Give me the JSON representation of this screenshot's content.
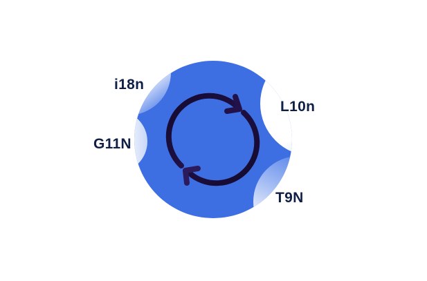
{
  "diagram": {
    "title": "",
    "center_icon": "sync-arrows-icon",
    "labels": [
      {
        "id": "i18n",
        "text": "i18n"
      },
      {
        "id": "g11n",
        "text": "G11N"
      },
      {
        "id": "l10n",
        "text": "L10n"
      },
      {
        "id": "t9n",
        "text": "T9N"
      }
    ]
  },
  "colors": {
    "circle_blue": "#3d6fe3",
    "label_navy": "#0f1f45",
    "arrow_dark": "#140a2e",
    "arrow_light": "#3a2378",
    "background": "#ffffff"
  }
}
